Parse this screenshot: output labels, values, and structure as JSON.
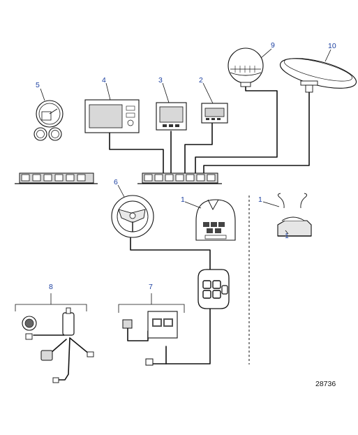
{
  "callouts": {
    "c1a": "1",
    "c1b": "1",
    "c1c": "1",
    "c2": "2",
    "c3": "3",
    "c4": "4",
    "c5": "5",
    "c6": "6",
    "c7": "7",
    "c8": "8",
    "c9": "9",
    "c10": "10"
  },
  "drawing_number": "28736",
  "colors": {
    "callout_text": "#1b3fa0",
    "line": "#111111"
  }
}
